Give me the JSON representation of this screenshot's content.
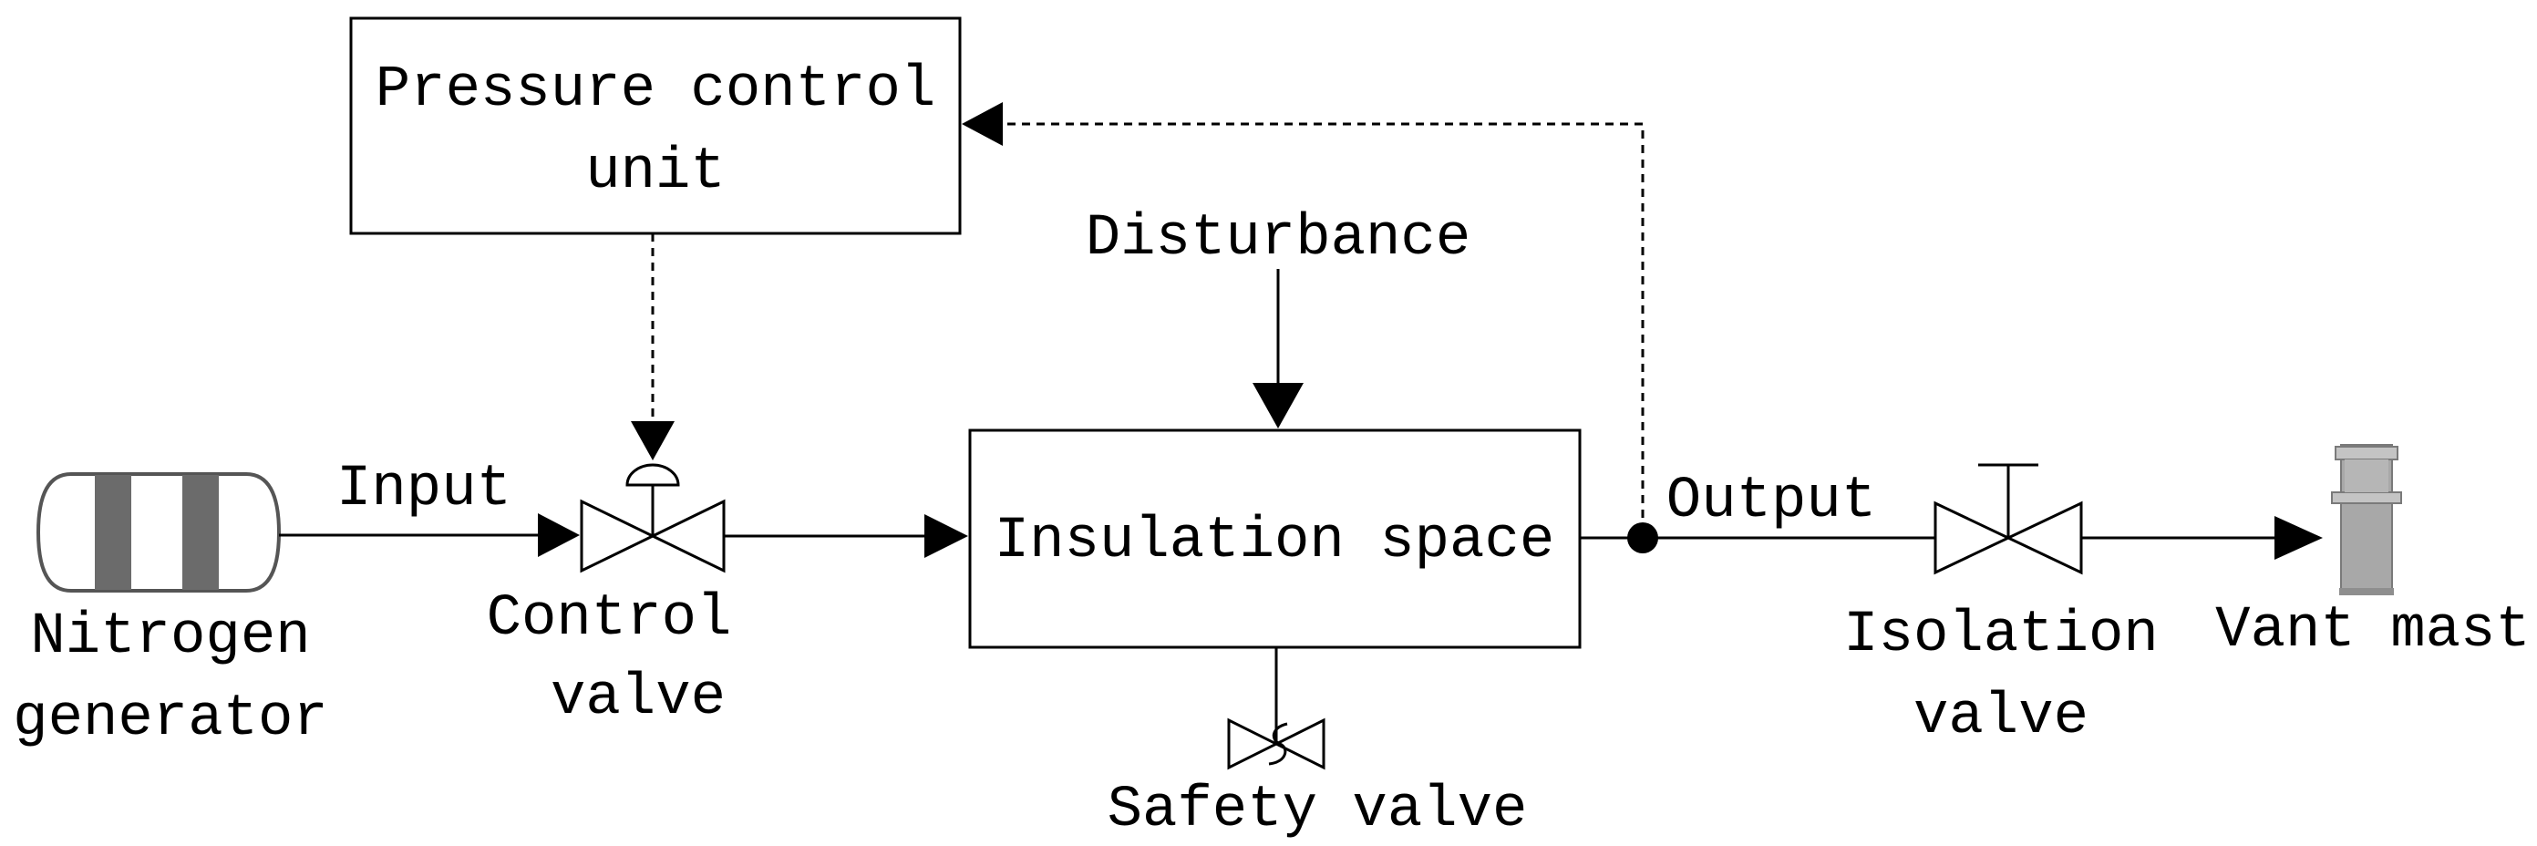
{
  "labels": {
    "pressure_control_unit_line1": "Pressure control",
    "pressure_control_unit_line2": "unit",
    "disturbance": "Disturbance",
    "input": "Input",
    "output": "Output",
    "insulation_space": "Insulation space",
    "nitrogen_generator_line1": "Nitrogen",
    "nitrogen_generator_line2": "generator",
    "control_valve_line1": "Control",
    "control_valve_line2": "valve",
    "isolation_valve_line1": "Isolation",
    "isolation_valve_line2": "valve",
    "safety_valve": "Safety valve",
    "vant_mast": "Vant mast"
  },
  "icons": {
    "nitrogen_generator": "gas-tank-icon",
    "control_valve": "control-valve-icon",
    "isolation_valve": "gate-valve-icon",
    "safety_valve": "safety-valve-icon",
    "vent_mast": "vent-mast-icon"
  },
  "colors": {
    "line": "#000000",
    "tank_stripe": "#6b6b6b",
    "mast_body": "#a8a8a8"
  }
}
